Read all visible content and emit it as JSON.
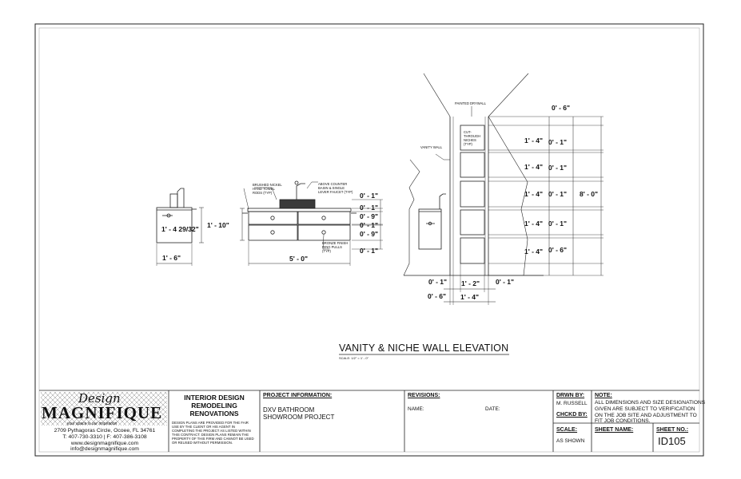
{
  "drawing": {
    "title": "VANITY & NICHE WALL ELEVATION",
    "scale_note": "SCALE: 1/2\" = 1' - 0\"",
    "notes": {
      "brushed_nickel": [
        "BRUSHED NICKEL",
        "HAND TOWEL",
        "RODS (TYP)"
      ],
      "above_counter": [
        "ABOVE COUNTER",
        "BASIN & SINGLE",
        "LEVER FAUCET (TYP)"
      ],
      "bronze_finish": [
        "BRONZE FINISH",
        "RING PULLS",
        "(TYP)"
      ],
      "painted_drywall": "PAINTED DRYWALL",
      "vanity_wall": "VANITY WALL",
      "cut_through": [
        "CUT-",
        "THROUGH",
        "NICHES",
        "(TYP)"
      ]
    },
    "side_view": {
      "height": "1' - 4 29/32\"",
      "depth": "1' - 6\""
    },
    "front_view": {
      "height": "1' - 10\"",
      "width": "5' - 0\"",
      "right_dims": [
        "0' - 1\"",
        "0' - 1\"",
        "0' - 9\"",
        "0' - 1\"",
        "0' - 9\""
      ],
      "bottom_dim": "0' - 1\""
    },
    "niche_view": {
      "top_offset": "0' - 6\"",
      "rows": [
        "1' - 4\"",
        "0' - 1\"",
        "1' - 4\"",
        "0' - 1\"",
        "1' - 4\"",
        "0' - 1\"",
        "1' - 4\"",
        "0' - 1\"",
        "1' - 4\"",
        "0' - 6\""
      ],
      "overall": "8' - 0\"",
      "bottom": {
        "left_gap": "0' - 1\"",
        "niche_width": "1' - 2\"",
        "right_gap": "0' - 1\"",
        "left_offset": "0' - 6\"",
        "total_width": "1' - 4\""
      }
    }
  },
  "title_block": {
    "company": {
      "logo_script": "Design",
      "logo_main": "MAGNIFIQUE",
      "tagline": "your space is our inspiration",
      "address": "2709 Pythagoras Circle, Ocoee, FL 34761",
      "phone": "T: 407-730-3310 | F: 407-386-3108",
      "website": "www.designmagnifique.com",
      "email": "info@designmagnifique.com"
    },
    "services": [
      "INTERIOR DESIGN",
      "REMODELING",
      "RENOVATIONS"
    ],
    "disclaimer": [
      "DESIGN PLANS ARE PROVIDED FOR THE FAIR",
      "USE BY THE CLIENT OR HIS AGENT IN",
      "COMPLETING THE PROJECT AS LISTED WITHIN",
      "THIS CONTRACT. DESIGN PLANS REMAIN THE",
      "PROPERTY OF THIS FIRM AND CANNOT BE USED",
      "OR REUSED WITHOUT PERMISSION."
    ],
    "project_info_label": "PROJECT INFORMATION:",
    "project_name": [
      "DXV BATHROOM",
      "SHOWROOM PROJECT"
    ],
    "revisions_label": "REVISIONS:",
    "name_label": "NAME:",
    "date_label": "DATE:",
    "drawn_by_label": "DRWN BY:",
    "drawn_by": "M. RUSSELL",
    "checked_by_label": "CHCKD BY:",
    "scale_label": "SCALE:",
    "scale_value": "AS SHOWN",
    "note_label": "NOTE:",
    "note_text": [
      "ALL DIMENSIONS AND SIZE DESIGNATIONS",
      "GIVEN ARE SUBJECT TO VERIFICATION",
      "ON THE JOB SITE AND ADJUSTMENT TO",
      "FIT JOB CONDITIONS."
    ],
    "sheet_name_label": "SHEET NAME:",
    "sheet_no_label": "SHEET NO.:",
    "sheet_no": "ID105"
  }
}
